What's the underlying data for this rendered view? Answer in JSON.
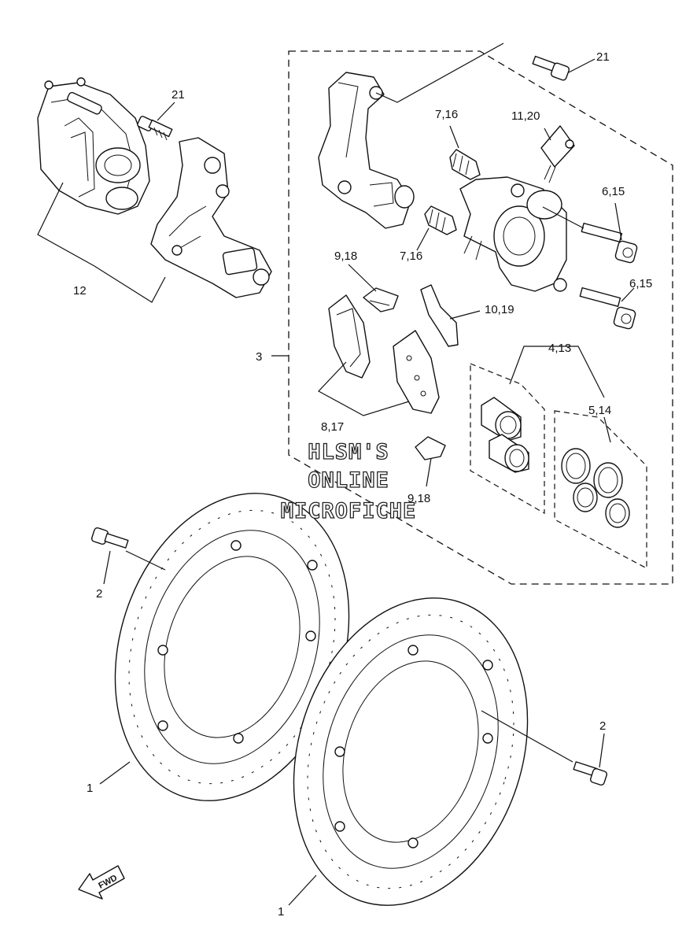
{
  "callouts": {
    "c21_top": "21",
    "c21_left": "21",
    "c7_16_top": "7,16",
    "c11_20": "11,20",
    "c6_15_top": "6,15",
    "c7_16_mid": "7,16",
    "c6_15_mid": "6,15",
    "c9_18_top": "9,18",
    "c10_19": "10,19",
    "c12": "12",
    "c3": "3",
    "c4_13": "4,13",
    "c5_14": "5,14",
    "c8_17": "8,17",
    "c9_18_bottom": "9,18",
    "c2_left": "2",
    "c2_right": "2",
    "c1_left": "1",
    "c1_bottom": "1"
  },
  "watermark": {
    "line1": "HLSM'S",
    "line2": "ONLINE",
    "line3": "MICROFICHE"
  },
  "fwd_label": "FWD",
  "colors": {
    "line": "#111111",
    "background": "#ffffff"
  }
}
